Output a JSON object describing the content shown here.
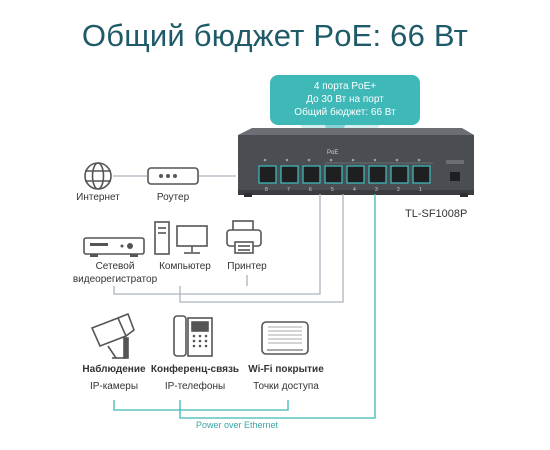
{
  "title": "Общий бюджет PoE: 66 Вт",
  "callout": {
    "line1": "4 порта PoE+",
    "line2": "До 30 Вт на порт",
    "line3": "Общий бюджет: 66 Вт"
  },
  "switch": {
    "model": "TL-SF1008P",
    "port_numbers": [
      "8",
      "7",
      "6",
      "5",
      "4",
      "3",
      "2",
      "1"
    ],
    "poe_marker": "PoE"
  },
  "devices": {
    "internet": "Интернет",
    "router": "Роутер",
    "nvr_line1": "Сетевой",
    "nvr_line2": "видеорегистратор",
    "computer": "Компьютер",
    "printer": "Принтер",
    "surveillance_title": "Наблюдение",
    "surveillance_sub": "IP-камеры",
    "conference_title": "Конференц-связь",
    "conference_sub": "IP-телефоны",
    "wifi_title": "Wi-Fi покрытие",
    "wifi_sub": "Точки доступа"
  },
  "poe_line_label": "Power over Ethernet",
  "colors": {
    "title": "#1e5a68",
    "teal": "#3fb8b8",
    "switch_body": "#4a4d52",
    "cable": "#aab3bd"
  }
}
